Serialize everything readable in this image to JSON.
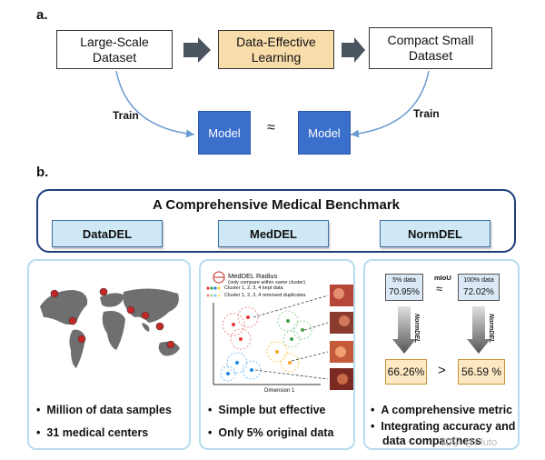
{
  "panel_a": {
    "letter": "a.",
    "large_dataset": [
      "Large-Scale",
      "Dataset"
    ],
    "del_box": [
      "Data-Effective",
      "Learning"
    ],
    "compact_dataset": [
      "Compact Small",
      "Dataset"
    ],
    "train_left": "Train",
    "train_right": "Train",
    "model_left": "Model",
    "model_right": "Model",
    "approx": "≈",
    "colors": {
      "del_fill": "#f8dcaa",
      "model_fill": "#3a6fcc"
    }
  },
  "panel_b": {
    "letter": "b.",
    "benchmark_title": "A Comprehensive Medical Benchmark",
    "tags": [
      "DataDEL",
      "MedDEL",
      "NormDEL"
    ],
    "data_card": {
      "bullets": [
        "Million of data samples",
        "31 medical centers"
      ]
    },
    "med_card": {
      "legend_title": "MedDEL Radius",
      "legend_sub": "(only compare within same cluster)",
      "legend_kept": "Cluster 1, 2, 3, 4 kept data",
      "legend_removed": "Cluster 1, 2, 3, 4 removed duplicates",
      "axis_x": "Dimension 1",
      "bullets": [
        "Simple but effective",
        "Only 5% original data"
      ]
    },
    "norm_card": {
      "left_top": [
        "5% data",
        "70.95%"
      ],
      "metric": "mIoU",
      "approx": "≈",
      "right_top": [
        "100% data",
        "72.02%"
      ],
      "arrow_label": "NormDEL",
      "left_bottom": "66.26%",
      "gt": ">",
      "right_bottom": "56.59 %",
      "bullets": [
        "A comprehensive metric",
        "Integrating accuracy and",
        "data compactness"
      ]
    }
  },
  "watermark": "知乎 @Pluto"
}
